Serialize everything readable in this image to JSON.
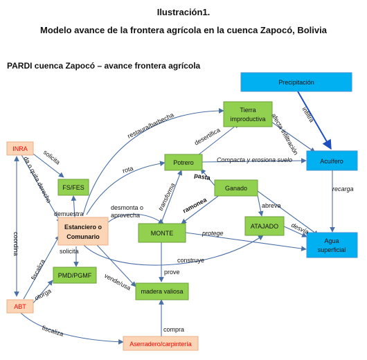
{
  "header": {
    "caption": "Ilustración1.",
    "title": "Modelo avance de la frontera agrícola en la cuenca Zapocó, Bolivia",
    "subtitle": "PARDI cuenca Zapocó – avance frontera agrícola"
  },
  "nodes": {
    "precipitacion": "Precipitación",
    "tierra_line1": "Tierra",
    "tierra_line2": "improductiva",
    "potrero": "Potrero",
    "acuifero": "Acuífero",
    "inra": "INRA",
    "fs_fes": "FS/FES",
    "ganado": "Ganado",
    "estanciero_line1": "Estanciero o",
    "estanciero_line2": "Comunario",
    "monte": "MONTE",
    "atajado": "ATAJADO",
    "agua_line1": "Agua",
    "agua_line2": "superficial",
    "pmd": "PMD/PGMF",
    "madera": "madera valiosa",
    "abt": "ABT",
    "aserradero": "Aserradero/carpintería"
  },
  "edges": {
    "infiltra": "infiltra",
    "afecta": "afecta infiltración",
    "desertifica": "desertifica",
    "restaura": "restaura/barbecha",
    "solicita_inra": "solicita",
    "da_quita": "da o quita derecho",
    "rota": "rota",
    "compacta": "Compacta y erosiona suelo",
    "pasta": "pasta",
    "transforma": "transforma",
    "recarga": "recarga",
    "coordina": "coordina",
    "demuestra": "demuestra",
    "desmonta_1": "desmonta o",
    "desmonta_2": "aprovecha",
    "ramonea": "ramonea",
    "abreva": "abreva",
    "desvia": "desvía",
    "protege": "protege",
    "solicita_pmd": "solicita",
    "fiscaliza_abt": "fiscaliza",
    "construye": "construye",
    "vende_usa": "vende/usa",
    "prove": "prove",
    "otorga": "otorga",
    "compra": "compra",
    "fiscaliza_aserr": "fiscaliza"
  },
  "colors": {
    "green": "#92d050",
    "blue": "#00b0f0",
    "peach": "#fbd5b5",
    "red_text": "#ff0000",
    "edge": "#4a6fa5"
  }
}
